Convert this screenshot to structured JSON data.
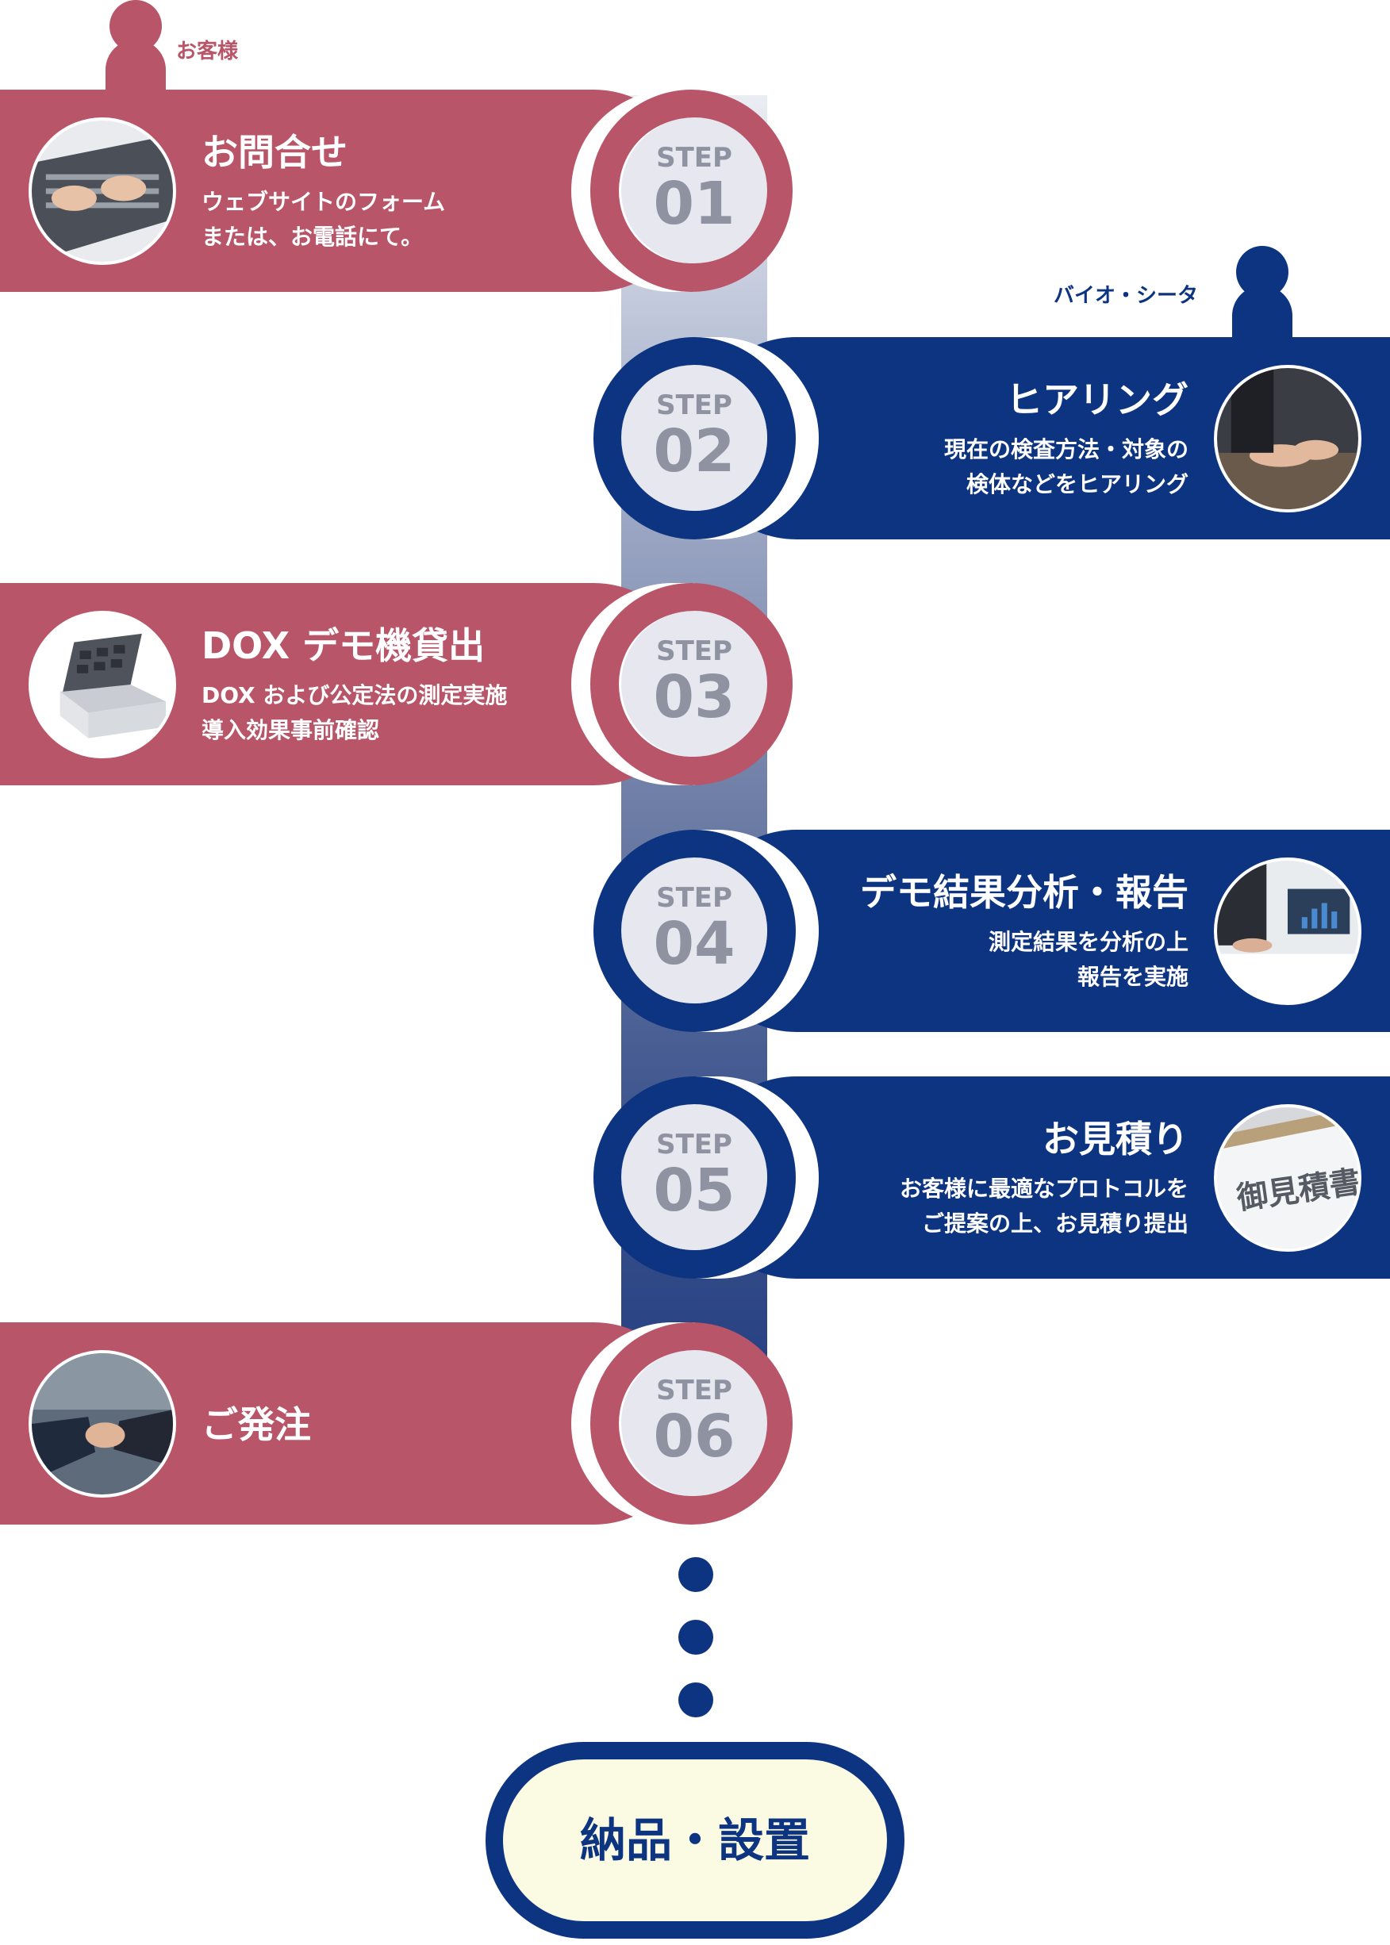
{
  "roles": {
    "customer": "お客様",
    "company": "バイオ・シータ"
  },
  "steps": [
    {
      "label": "STEP",
      "number": "01",
      "title": "お問合せ",
      "desc": [
        "ウェブサイトのフォーム",
        "または、お電話にて。"
      ],
      "photo": "laptop-typing-photo"
    },
    {
      "label": "STEP",
      "number": "02",
      "title": "ヒアリング",
      "desc": [
        "現在の検査方法・対象の",
        "検体などをヒアリング"
      ],
      "photo": "meeting-hands-photo"
    },
    {
      "label": "STEP",
      "number": "03",
      "title": "DOX デモ機貸出",
      "desc": [
        "DOX および公定法の測定実施",
        "導入効果事前確認"
      ],
      "photo": "dox-device-photo"
    },
    {
      "label": "STEP",
      "number": "04",
      "title": "デモ結果分析・報告",
      "desc": [
        "測定結果を分析の上",
        "報告を実施"
      ],
      "photo": "analysis-monitor-photo"
    },
    {
      "label": "STEP",
      "number": "05",
      "title": "お見積り",
      "desc": [
        "お客様に最適なプロトコルを",
        "ご提案の上、お見積り提出"
      ],
      "photo": "quotation-document-photo"
    },
    {
      "label": "STEP",
      "number": "06",
      "title": "ご発注",
      "desc": [],
      "photo": "handshake-photo"
    }
  ],
  "final_step": "納品・設置",
  "photo_text": {
    "quotation": "御見積書"
  },
  "colors": {
    "customer": "#b85568",
    "company": "#0d3481",
    "bubble": "#e6e7ef",
    "bubble_text": "#8f92a0",
    "final_bg": "#fbfbe4"
  }
}
